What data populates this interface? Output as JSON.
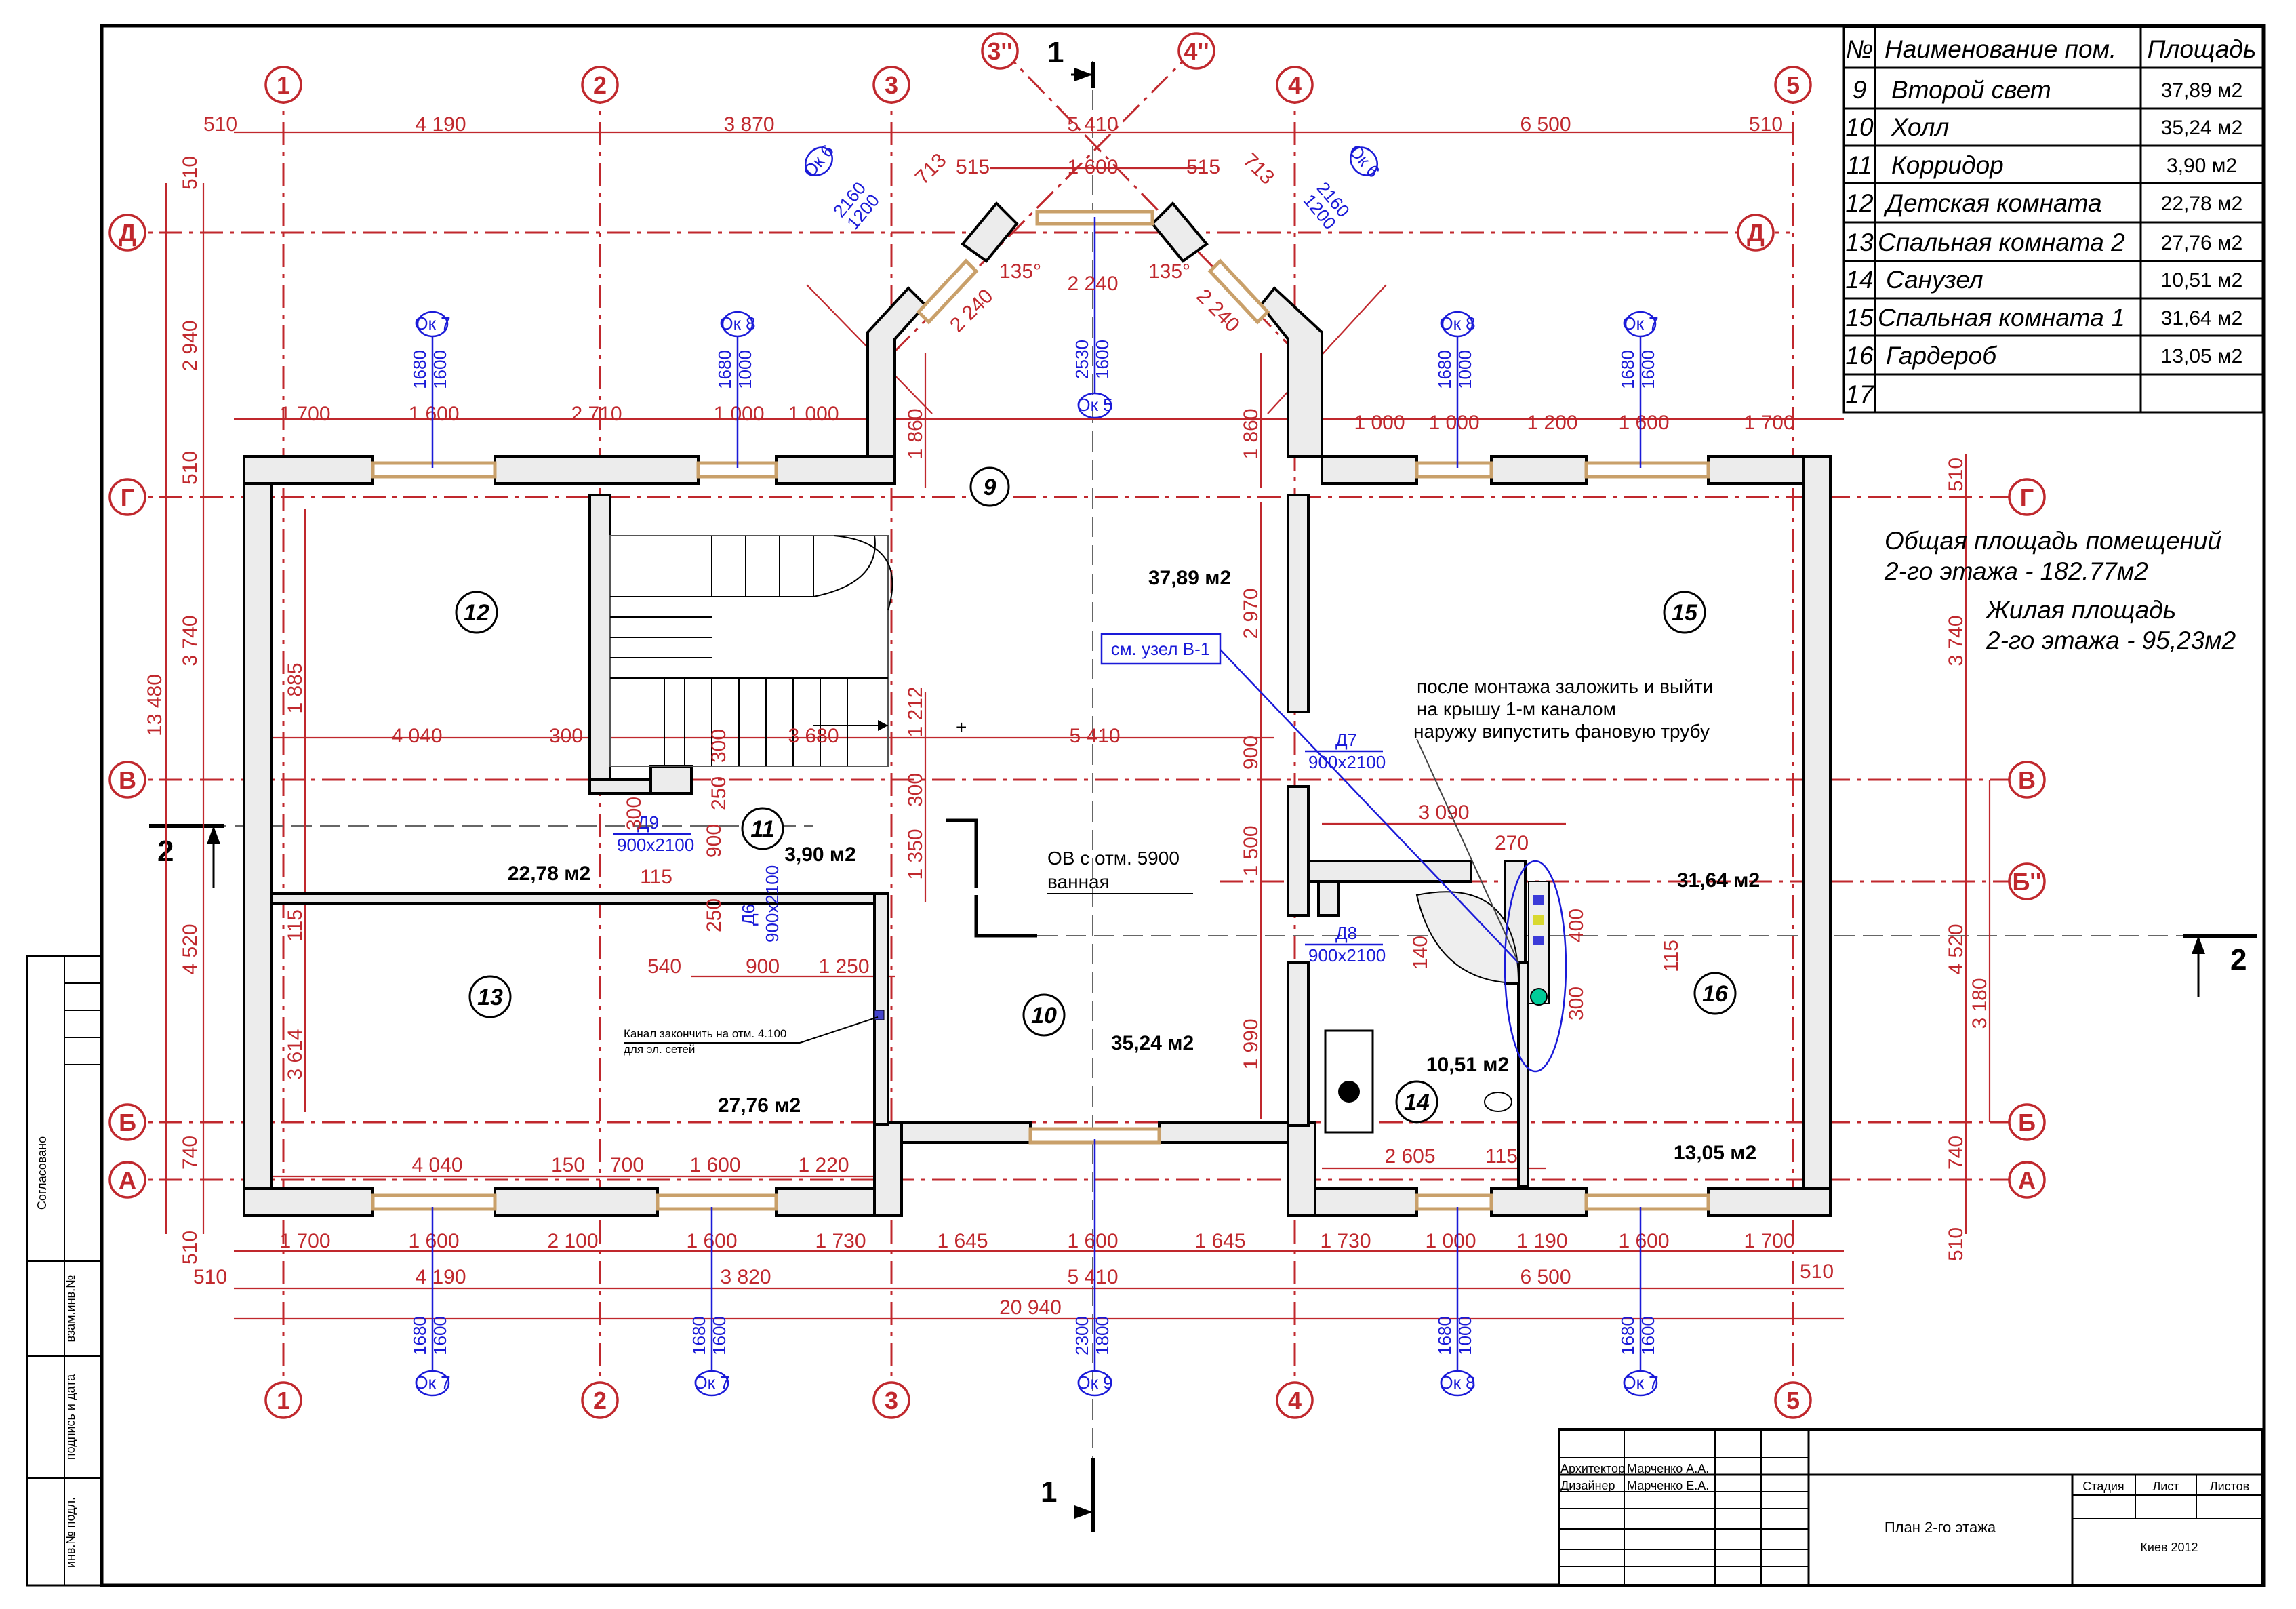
{
  "axes_top": [
    "1",
    "2",
    "3",
    "3''",
    "4''",
    "4",
    "5"
  ],
  "axes_bottom": [
    "1",
    "2",
    "3",
    "4",
    "5"
  ],
  "axes_left": [
    "Д",
    "Г",
    "В",
    "Б",
    "А"
  ],
  "axes_right": [
    "Д",
    "Г",
    "В",
    "Б''",
    "Б",
    "А"
  ],
  "section_marks": {
    "s1": "1",
    "s2": "2"
  },
  "dims_top": [
    "510",
    "4 190",
    "3 870",
    "5 410",
    "6 500",
    "510"
  ],
  "dims_top2": [
    "515",
    "1 600",
    "515",
    "713",
    "713"
  ],
  "dims_wall_top": [
    "1 700",
    "1 600",
    "2 710",
    "1 000",
    "1 000",
    "1 000",
    "1 000",
    "1 200",
    "1 600",
    "1 700"
  ],
  "dims_bottom1": [
    "1 700",
    "1 600",
    "2 100",
    "1 600",
    "1 730",
    "1 645",
    "1 600",
    "1 645",
    "1 730",
    "1 000",
    "1 190",
    "1 600",
    "1 700"
  ],
  "dims_bottom2": [
    "510",
    "4 190",
    "3 820",
    "5 410",
    "6 500",
    "510"
  ],
  "dims_total": "20 940",
  "dims_left": [
    "510",
    "2 940",
    "510",
    "3 740",
    "4 520",
    "740",
    "510"
  ],
  "dims_left_total": "13 480",
  "dims_right": [
    "510",
    "3 740",
    "4 520",
    "3 180",
    "740",
    "510"
  ],
  "dims_inner": [
    "4 040",
    "300",
    "3 680",
    "5 410",
    "1 885",
    "115",
    "3 614",
    "4 040",
    "150",
    "700",
    "1 600",
    "1 220",
    "2 605",
    "115",
    "540",
    "900",
    "1 250",
    "115",
    "3 090",
    "270",
    "1 212",
    "300",
    "1 350",
    "1 500",
    "900",
    "1 990",
    "2 970",
    "1 860",
    "1 860",
    "2 240",
    "2 240",
    "2 240",
    "250",
    "300",
    "300",
    "900",
    "250",
    "400",
    "115",
    "140",
    "300"
  ],
  "angles": [
    "135°",
    "135°"
  ],
  "windows": [
    {
      "id": "Ок 7",
      "h": "1680",
      "w": "1600"
    },
    {
      "id": "Ок 8",
      "h": "1680",
      "w": "1000"
    },
    {
      "id": "Ок 5",
      "h": "2530",
      "w": "1600"
    },
    {
      "id": "Ок 6",
      "h": "2160",
      "w": "1200"
    },
    {
      "id": "Ок 9",
      "h": "2300",
      "w": "1800"
    }
  ],
  "doors": [
    {
      "id": "Д9",
      "size": "900х2100"
    },
    {
      "id": "Д6",
      "size": "900х2100"
    },
    {
      "id": "Д7",
      "size": "900х2100"
    },
    {
      "id": "Д8",
      "size": "900х2100"
    }
  ],
  "rooms": [
    {
      "num": "9",
      "area": "37,89 м2"
    },
    {
      "num": "10",
      "area": "35,24 м2"
    },
    {
      "num": "11",
      "area": "3,90 м2"
    },
    {
      "num": "12",
      "area": "22,78 м2"
    },
    {
      "num": "13",
      "area": "27,76 м2"
    },
    {
      "num": "14",
      "area": "10,51 м2"
    },
    {
      "num": "15",
      "area": "31,64 м2"
    },
    {
      "num": "16",
      "area": "13,05 м2"
    }
  ],
  "notes": {
    "node": "см. узел В-1",
    "vent_1": "после монтажа заложить и выйти",
    "vent_2": "на крышу 1-м каналом",
    "vent_3": "наружу випустить фановую трубу",
    "ov_1": "ОВ с отм. 5900",
    "ov_2": "ванная",
    "channel_1": "Канал закончить на отм. 4.100",
    "channel_2": "для эл. сетей"
  },
  "room_table": {
    "headers": [
      "№",
      "Наименование пом.",
      "Площадь"
    ],
    "rows": [
      [
        "9",
        "Второй свет",
        "37,89 м2"
      ],
      [
        "10",
        "Холл",
        "35,24 м2"
      ],
      [
        "11",
        "Корридор",
        "3,90 м2"
      ],
      [
        "12",
        "Детская комната",
        "22,78 м2"
      ],
      [
        "13",
        "Спальная комната 2",
        "27,76 м2"
      ],
      [
        "14",
        "Санузел",
        "10,51 м2"
      ],
      [
        "15",
        "Спальная комната 1",
        "31,64 м2"
      ],
      [
        "16",
        "Гардероб",
        "13,05 м2"
      ],
      [
        "17",
        "",
        ""
      ]
    ]
  },
  "summary": {
    "total_1": "Общая площадь помещений",
    "total_2": "2-го этажа - 182.77м2",
    "living_1": "Жилая площадь",
    "living_2": "2-го этажа - 95,23м2"
  },
  "stamp": {
    "architect_role": "Архитектор",
    "architect_name": "Марченко А.А.",
    "designer_role": "Дизайнер",
    "designer_name": "Марченко Е.А.",
    "sheet_title": "План 2-го этажа",
    "stage": "Стадия",
    "sheet": "Лист",
    "sheets": "Листов",
    "city": "Киев 2012"
  },
  "side_strip": [
    "Согласовано",
    "взам.инв.№",
    "подпись и дата",
    "инв.№ подл."
  ]
}
